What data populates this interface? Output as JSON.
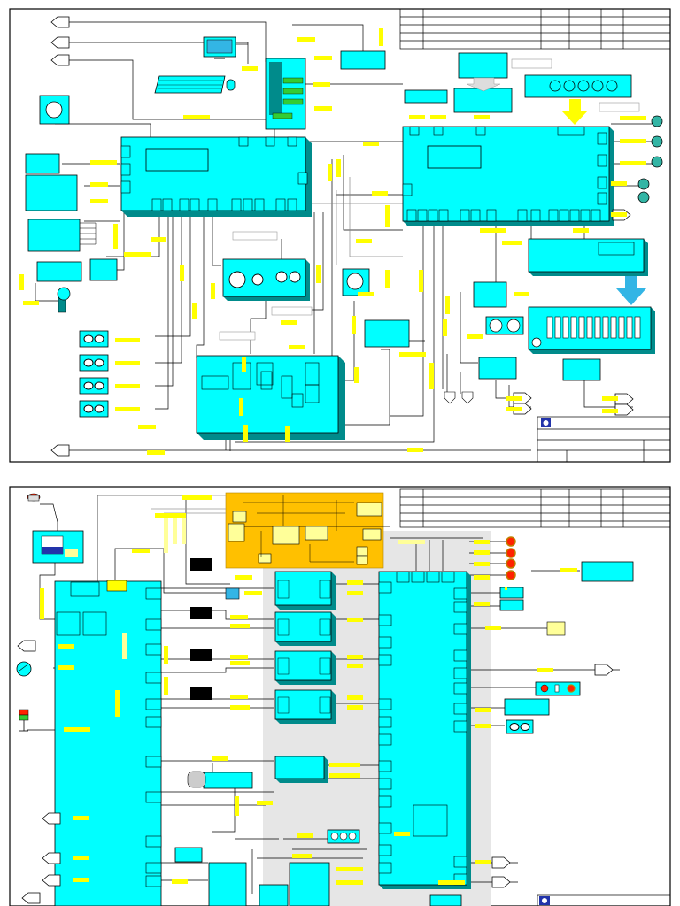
{
  "sheets": [
    {
      "id": "sheet-1",
      "name": "wiring-diagram-sheet-1"
    },
    {
      "id": "sheet-2",
      "name": "wiring-diagram-sheet-2"
    }
  ],
  "colors": {
    "page_background": "#ffffff",
    "frame": "#000000",
    "module_fill": "#00ffff",
    "module_shadow": "#008b8b",
    "label_tag": "#ffff00",
    "label_tag_pale": "#ffff99",
    "green_connector": "#33cc33",
    "orange_zone": "#ffc000",
    "grey_zone": "#e6e6e6",
    "logo_blue": "#2233aa",
    "red_lamp": "#ff2200",
    "wire": "#000000"
  },
  "icons": [
    "computer-monitor-icon",
    "keyboard-icon",
    "mouse-icon",
    "pc-tower-icon",
    "speaker-icon",
    "knob-icon",
    "connector-arrow-icon",
    "status-lamp-icon",
    "dual-socket-icon",
    "title-block-logo-icon"
  ]
}
